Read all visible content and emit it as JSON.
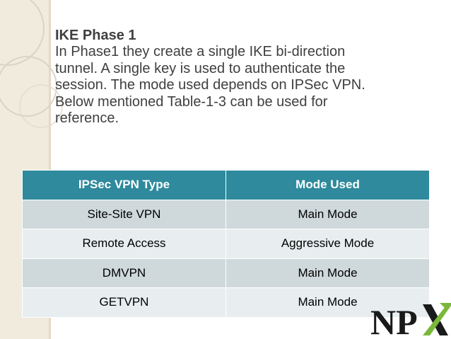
{
  "slide": {
    "title": "IKE Phase 1",
    "body_lines": [
      "In Phase1 they create a single IKE bi-direction",
      "tunnel. A single key is used to authenticate the",
      "session. The mode used depends on IPSec VPN.",
      "Below mentioned Table-1-3 can be used for",
      "reference."
    ]
  },
  "table": {
    "headers": [
      "IPSec VPN Type",
      "Mode Used"
    ],
    "rows": [
      [
        "Site-Site VPN",
        "Main Mode"
      ],
      [
        "Remote Access",
        "Aggressive Mode"
      ],
      [
        "DMVPN",
        "Main Mode"
      ],
      [
        "GETVPN",
        "Main Mode"
      ]
    ]
  },
  "logo": {
    "text": "NPX",
    "letter_color": "#1a1a1a",
    "accent_color": "#7ab83a"
  },
  "colors": {
    "header_bg": "#2e8a9c",
    "row_dark": "#cfd9dc",
    "row_light": "#e8eef0",
    "side_band": "#f1ebdd"
  }
}
